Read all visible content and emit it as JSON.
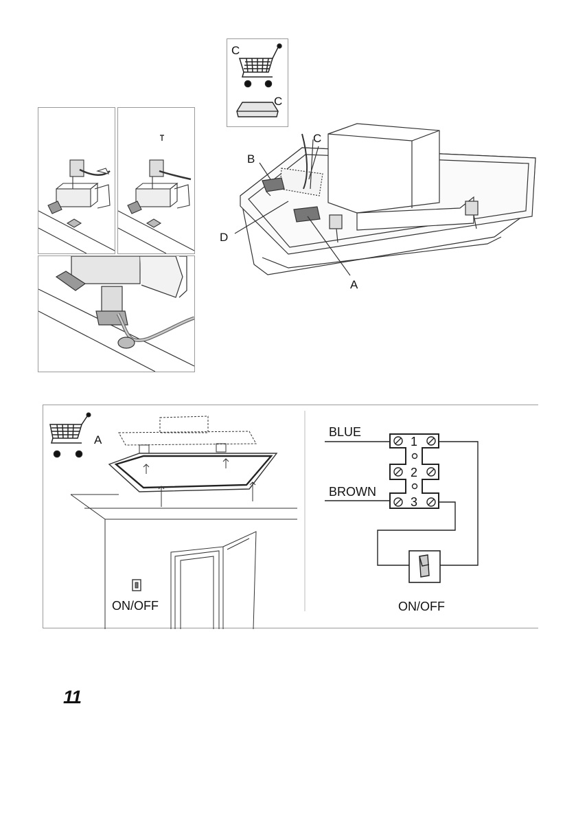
{
  "accessory_box": {
    "label_cart": "C",
    "label_filter": "C"
  },
  "hood_diagram": {
    "label_a": "A",
    "label_b": "B",
    "label_c": "C",
    "label_d": "D"
  },
  "install_panel": {
    "label_a": "A",
    "switch_label": "ON/OFF"
  },
  "wiring": {
    "wire_top": "BLUE",
    "wire_bottom": "BROWN",
    "terminal_1": "1",
    "terminal_2": "2",
    "terminal_3": "3",
    "switch_label": "ON/OFF"
  },
  "page": {
    "number": "11"
  }
}
